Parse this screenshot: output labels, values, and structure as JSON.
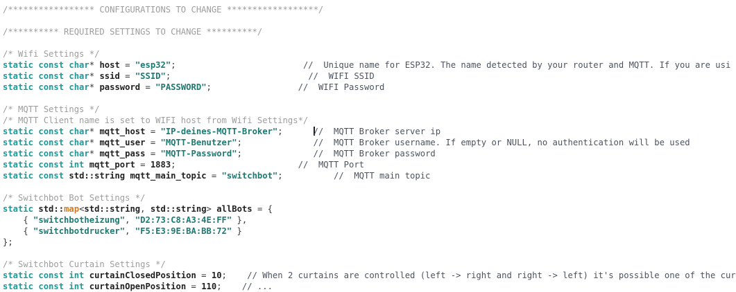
{
  "editor": {
    "language": "cpp",
    "colors": {
      "background": "#ffffff",
      "comment": "#9d9d9d",
      "keyword": "#1b9a9a",
      "string": "#1b7a72",
      "identifier": "#212121",
      "template_type": "#d4791f",
      "side_comment": "#4a5360",
      "caret": "#1e1e1e"
    },
    "caret": {
      "line_index": 12,
      "description": "text-cursor before the // of the mqtt_host trailing comment"
    },
    "lines": [
      {
        "i": 0,
        "tokens": [
          {
            "t": "cmt",
            "s": "/***************** CONFIGURATIONS TO CHANGE ******************/"
          }
        ]
      },
      {
        "i": 1,
        "tokens": []
      },
      {
        "i": 2,
        "tokens": [
          {
            "t": "cmt",
            "s": "/********** REQUIRED SETTINGS TO CHANGE **********/"
          }
        ]
      },
      {
        "i": 3,
        "tokens": []
      },
      {
        "i": 4,
        "tokens": [
          {
            "t": "cmt",
            "s": "/* Wifi Settings */"
          }
        ]
      },
      {
        "i": 5,
        "tokens": [
          {
            "t": "kw",
            "s": "static const char"
          },
          {
            "t": "plain",
            "s": "* "
          },
          {
            "t": "ident",
            "s": "host"
          },
          {
            "t": "plain",
            "s": " = "
          },
          {
            "t": "str",
            "s": "\"esp32\""
          },
          {
            "t": "plain",
            "s": ";"
          },
          {
            "t": "pad",
            "s": "                         "
          },
          {
            "t": "sidecmt",
            "s": "//  Unique name for ESP32. The name detected by your router and MQTT. If you are usi"
          }
        ]
      },
      {
        "i": 6,
        "tokens": [
          {
            "t": "kw",
            "s": "static const char"
          },
          {
            "t": "plain",
            "s": "* "
          },
          {
            "t": "ident",
            "s": "ssid"
          },
          {
            "t": "plain",
            "s": " = "
          },
          {
            "t": "str",
            "s": "\"SSID\""
          },
          {
            "t": "plain",
            "s": ";"
          },
          {
            "t": "pad",
            "s": "                           "
          },
          {
            "t": "sidecmt",
            "s": "//  WIFI SSID"
          }
        ]
      },
      {
        "i": 7,
        "tokens": [
          {
            "t": "kw",
            "s": "static const char"
          },
          {
            "t": "plain",
            "s": "* "
          },
          {
            "t": "ident",
            "s": "password"
          },
          {
            "t": "plain",
            "s": " = "
          },
          {
            "t": "str",
            "s": "\"PASSWORD\""
          },
          {
            "t": "plain",
            "s": ";"
          },
          {
            "t": "pad",
            "s": "                 "
          },
          {
            "t": "sidecmt",
            "s": "//  WIFI Password"
          }
        ]
      },
      {
        "i": 8,
        "tokens": []
      },
      {
        "i": 9,
        "tokens": [
          {
            "t": "cmt",
            "s": "/* MQTT Settings */"
          }
        ]
      },
      {
        "i": 10,
        "tokens": [
          {
            "t": "cmt",
            "s": "/* MQTT Client name is set to WIFI host from Wifi Settings*/"
          }
        ]
      },
      {
        "i": 11,
        "tokens": [
          {
            "t": "kw",
            "s": "static const char"
          },
          {
            "t": "plain",
            "s": "* "
          },
          {
            "t": "ident",
            "s": "mqtt_host"
          },
          {
            "t": "plain",
            "s": " = "
          },
          {
            "t": "str",
            "s": "\"IP-deines-MQTT-Broker\""
          },
          {
            "t": "plain",
            "s": ";"
          },
          {
            "t": "pad",
            "s": "      "
          },
          {
            "t": "caret",
            "s": ""
          },
          {
            "t": "sidecmt",
            "s": "//  MQTT Broker server ip"
          }
        ]
      },
      {
        "i": 12,
        "tokens": [
          {
            "t": "kw",
            "s": "static const char"
          },
          {
            "t": "plain",
            "s": "* "
          },
          {
            "t": "ident",
            "s": "mqtt_user"
          },
          {
            "t": "plain",
            "s": " = "
          },
          {
            "t": "str",
            "s": "\"MQTT-Benutzer\""
          },
          {
            "t": "plain",
            "s": ";"
          },
          {
            "t": "pad",
            "s": "              "
          },
          {
            "t": "sidecmt",
            "s": "//  MQTT Broker username. If empty or NULL, no authentication will be used"
          }
        ]
      },
      {
        "i": 13,
        "tokens": [
          {
            "t": "kw",
            "s": "static const char"
          },
          {
            "t": "plain",
            "s": "* "
          },
          {
            "t": "ident",
            "s": "mqtt_pass"
          },
          {
            "t": "plain",
            "s": " = "
          },
          {
            "t": "str",
            "s": "\"MQTT-Password\""
          },
          {
            "t": "plain",
            "s": ";"
          },
          {
            "t": "pad",
            "s": "              "
          },
          {
            "t": "sidecmt",
            "s": "//  MQTT Broker password"
          }
        ]
      },
      {
        "i": 14,
        "tokens": [
          {
            "t": "kw",
            "s": "static const int"
          },
          {
            "t": "plain",
            "s": " "
          },
          {
            "t": "ident",
            "s": "mqtt_port"
          },
          {
            "t": "plain",
            "s": " = "
          },
          {
            "t": "num",
            "s": "1883"
          },
          {
            "t": "plain",
            "s": ";"
          },
          {
            "t": "pad",
            "s": "                        "
          },
          {
            "t": "sidecmt",
            "s": "//  MQTT Port"
          }
        ]
      },
      {
        "i": 15,
        "tokens": [
          {
            "t": "kw",
            "s": "static const"
          },
          {
            "t": "plain",
            "s": " "
          },
          {
            "t": "type",
            "s": "std::string"
          },
          {
            "t": "plain",
            "s": " "
          },
          {
            "t": "ident",
            "s": "mqtt_main_topic"
          },
          {
            "t": "plain",
            "s": " = "
          },
          {
            "t": "str",
            "s": "\"switchbot\""
          },
          {
            "t": "plain",
            "s": ";"
          },
          {
            "t": "pad",
            "s": "          "
          },
          {
            "t": "sidecmt",
            "s": "//  MQTT main topic"
          }
        ]
      },
      {
        "i": 16,
        "tokens": []
      },
      {
        "i": 17,
        "tokens": [
          {
            "t": "cmt",
            "s": "/* Switchbot Bot Settings */"
          }
        ]
      },
      {
        "i": 18,
        "tokens": [
          {
            "t": "kw",
            "s": "static"
          },
          {
            "t": "plain",
            "s": " "
          },
          {
            "t": "type",
            "s": "std::"
          },
          {
            "t": "tmpl",
            "s": "map"
          },
          {
            "t": "plain",
            "s": "<"
          },
          {
            "t": "type",
            "s": "std::string"
          },
          {
            "t": "plain",
            "s": ", "
          },
          {
            "t": "type",
            "s": "std::string"
          },
          {
            "t": "plain",
            "s": "> "
          },
          {
            "t": "ident",
            "s": "allBots"
          },
          {
            "t": "plain",
            "s": " = {"
          }
        ]
      },
      {
        "i": 19,
        "tokens": [
          {
            "t": "plain",
            "s": "    { "
          },
          {
            "t": "str",
            "s": "\"switchbotheizung\""
          },
          {
            "t": "plain",
            "s": ", "
          },
          {
            "t": "str",
            "s": "\"D2:73:C8:A3:4E:FF\""
          },
          {
            "t": "plain",
            "s": " },"
          }
        ]
      },
      {
        "i": 20,
        "tokens": [
          {
            "t": "plain",
            "s": "    { "
          },
          {
            "t": "str",
            "s": "\"switchbotdrucker\""
          },
          {
            "t": "plain",
            "s": ", "
          },
          {
            "t": "str",
            "s": "\"F5:E3:9E:BA:BB:72\""
          },
          {
            "t": "plain",
            "s": " }"
          }
        ]
      },
      {
        "i": 21,
        "tokens": [
          {
            "t": "plain",
            "s": "};"
          }
        ]
      },
      {
        "i": 22,
        "tokens": []
      },
      {
        "i": 23,
        "tokens": [
          {
            "t": "cmt",
            "s": "/* Switchbot Curtain Settings */"
          }
        ]
      },
      {
        "i": 24,
        "tokens": [
          {
            "t": "kw",
            "s": "static const int"
          },
          {
            "t": "plain",
            "s": " "
          },
          {
            "t": "ident",
            "s": "curtainClosedPosition"
          },
          {
            "t": "plain",
            "s": " = "
          },
          {
            "t": "num",
            "s": "10"
          },
          {
            "t": "plain",
            "s": ";"
          },
          {
            "t": "pad",
            "s": "    "
          },
          {
            "t": "sidecmt",
            "s": "// When 2 curtains are controlled (left -> right and right -> left) it's possible one of the cur"
          }
        ]
      },
      {
        "i": 25,
        "clipped": true,
        "tokens": [
          {
            "t": "kw",
            "s": "static const int"
          },
          {
            "t": "plain",
            "s": " "
          },
          {
            "t": "ident",
            "s": "curtainOpenPosition"
          },
          {
            "t": "plain",
            "s": " = "
          },
          {
            "t": "num",
            "s": "110"
          },
          {
            "t": "plain",
            "s": ";"
          },
          {
            "t": "pad",
            "s": "    "
          },
          {
            "t": "sidecmt",
            "s": "// ..."
          }
        ]
      }
    ]
  }
}
